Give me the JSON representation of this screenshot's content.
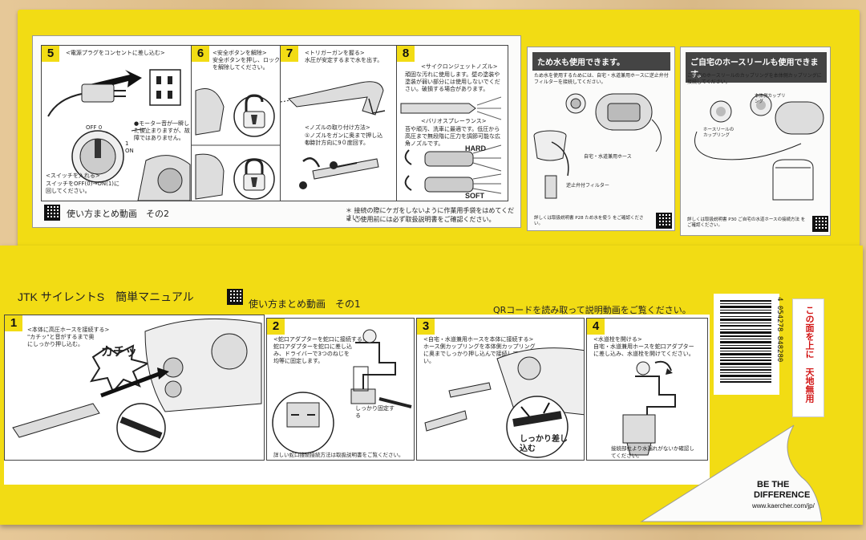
{
  "top_box": {
    "steps": [
      {
        "num": "5",
        "heading": "<電源プラグをコンセントに差し込む>",
        "note1": "●モーター音が一瞬した後止まりますが、故障ではありません。",
        "note2": "<スイッチを入れる>",
        "note3": "スイッチをOFF(0)→ON(1)に回してください。",
        "dial_off": "OFF 0",
        "dial_on": "1 ON"
      },
      {
        "num": "6",
        "heading": "<安全ボタンを解除>",
        "note1": "安全ボタンを押し、ロックを解除してください。"
      },
      {
        "num": "7",
        "heading": "<トリガーガンを握る>",
        "note1": "水圧が安定するまで水を出す。",
        "note2": "<ノズルの取り付け方法>",
        "note3": "①ノズルをガンに奥まで押し込む。",
        "note4": "②時計方向に9０度回す。"
      },
      {
        "num": "8",
        "heading": "<サイクロンジェットノズル>",
        "note1": "頑固な汚れに使用します。壁の塗装や塗装が弱い部分には使用しないでください。破損する場合があります。",
        "note2": "<バリオスプレーランス>",
        "note3": "苔や頑汚、洗車に最適です。低圧から高圧まで無段階に圧力を調節可能な広角ノズルです。",
        "hard": "HARD",
        "soft": "SOFT"
      }
    ],
    "video_label": "使い方まとめ動画　その2",
    "warning1": "＊ 接続の際にケガをしないように作業用手袋をはめてください。",
    "warning2": "＊ ご使用前には必ず取扱説明書をご確認ください。",
    "side_panels": [
      {
        "title": "ため水も使用できます。",
        "text": "ため水を使用するためには、自宅・水道兼用ホースに逆止弁付フィルターを接続してください。",
        "label1": "自宅・水道兼用ホース",
        "label2": "逆止弁付フィルター",
        "footer": "詳しくは取扱説明書 P28 ため水を使う をご確認ください。"
      },
      {
        "title": "ご自宅のホースリールも使用できます。",
        "text": "ご自宅のホースリールのカップリングを本体側カップリングに接続してください。",
        "label1": "ホースリールのカップリング",
        "label2": "本体側カップリング",
        "footer": "詳しくは取扱説明書 P30 ご自宅の水道ホースの接続方法 をご確認ください。"
      }
    ]
  },
  "bottom_box": {
    "title": "JTK サイレントS　簡単マニュアル",
    "video_label": "使い方まとめ動画　その1",
    "qr_hint": "QRコードを読み取って説明動画をご覧ください。",
    "steps": [
      {
        "num": "1",
        "heading": "<本体に高圧ホースを接続する>",
        "note": "\"カチッ\"と音がするまで奥にしっかり押し込む。",
        "callout": "カチッ"
      },
      {
        "num": "2",
        "heading": "<蛇口アダプターを蛇口に接続する>",
        "note": "蛇口アダプターを蛇口に差し込み、ドライバーで3つのねじを均等に固定します。",
        "callout": "しっかり固定する",
        "footer": "詳しい蛇口接続接続方法は取扱説明書をご覧ください。"
      },
      {
        "num": "3",
        "heading": "<自宅・水道兼用ホースを本体に接続する>",
        "note": "ホース側カップリングを本体側カップリングに奥までしっかり押し込んで接続してください。",
        "callout": "しっかり差し込む"
      },
      {
        "num": "4",
        "heading": "<水道栓を開ける>",
        "note": "自宅・水道兼用ホースを蛇口アダプターに差し込み、水道栓を開けてください。",
        "footer": "接続部位より水漏れがないか確認してください。"
      }
    ],
    "barcode_number": "4 054278 848280",
    "side_label": "この面を上に　天地無用",
    "slogan_line1": "BE THE",
    "slogan_line2": "DIFFERENCE",
    "url": "www.kaercher.com/jp/"
  }
}
